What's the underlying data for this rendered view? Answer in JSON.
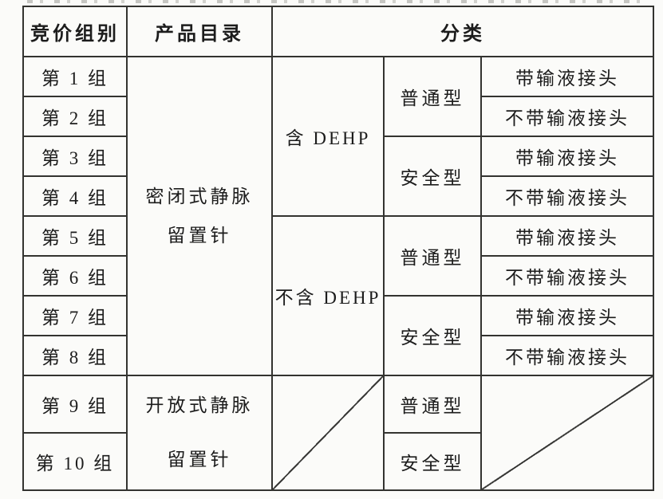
{
  "table": {
    "header": {
      "group": "竞价组别",
      "product": "产品目录",
      "classification": "分类"
    },
    "groups": [
      "第 1 组",
      "第 2 组",
      "第 3 组",
      "第 4 组",
      "第 5 组",
      "第 6 组",
      "第 7 组",
      "第 8 组",
      "第 9 组",
      "第 10 组"
    ],
    "products": [
      {
        "label": "密闭式静脉\n留置针",
        "rows": "1-8"
      },
      {
        "label": "开放式静脉\n留置针",
        "rows": "9-10"
      }
    ],
    "dehp": [
      {
        "label": "含 DEHP"
      },
      {
        "label": "不含 DEHP"
      }
    ],
    "types": [
      "普通型",
      "安全型",
      "普通型",
      "安全型",
      "普通型",
      "安全型"
    ],
    "connectors": [
      "带输液接头",
      "不带输液接头",
      "带输液接头",
      "不带输液接头",
      "带输液接头",
      "不带输液接头",
      "带输液接头",
      "不带输液接头"
    ],
    "colors": {
      "border": "#333330",
      "text": "#1c1c1c",
      "background": "#fbfbf9"
    }
  }
}
